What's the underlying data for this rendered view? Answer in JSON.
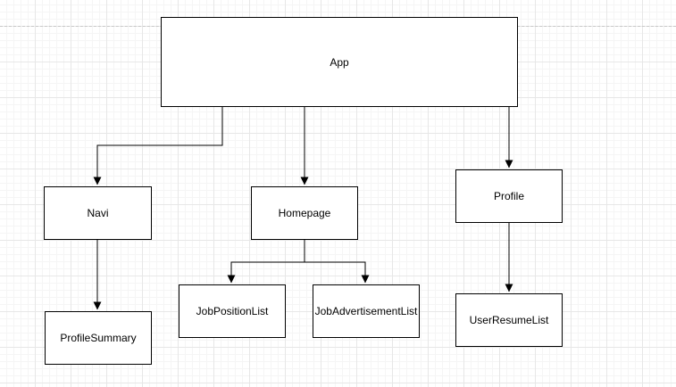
{
  "diagram": {
    "nodes": [
      {
        "id": "app",
        "label": "App"
      },
      {
        "id": "navi",
        "label": "Navi"
      },
      {
        "id": "homepage",
        "label": "Homepage"
      },
      {
        "id": "profile",
        "label": "Profile"
      },
      {
        "id": "profile-summary",
        "label": "ProfileSummary"
      },
      {
        "id": "job-position-list",
        "label": "JobPositionList"
      },
      {
        "id": "job-advertisement-list",
        "label": "JobAdvertisementList"
      },
      {
        "id": "user-resume-list",
        "label": "UserResumeList"
      }
    ],
    "edges": [
      {
        "from": "App",
        "to": "Navi"
      },
      {
        "from": "App",
        "to": "Homepage"
      },
      {
        "from": "App",
        "to": "Profile"
      },
      {
        "from": "Navi",
        "to": "ProfileSummary"
      },
      {
        "from": "Homepage",
        "to": "JobPositionList"
      },
      {
        "from": "Homepage",
        "to": "JobAdvertisementList"
      },
      {
        "from": "Profile",
        "to": "UserResumeList"
      }
    ]
  },
  "colors": {
    "node_border": "#000000",
    "node_fill": "#ffffff",
    "edge": "#000000",
    "grid_minor": "#f5f5f5",
    "grid_major": "#e7e7e7",
    "page_break": "#c8c8c8",
    "background": "#ffffff"
  }
}
